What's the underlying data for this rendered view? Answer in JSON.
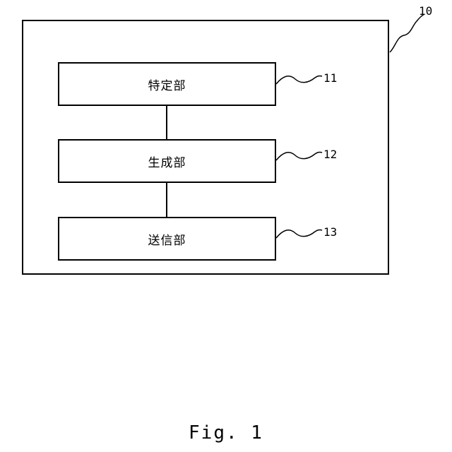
{
  "diagram": {
    "outer_ref": "10",
    "blocks": [
      {
        "label": "特定部",
        "ref": "11"
      },
      {
        "label": "生成部",
        "ref": "12"
      },
      {
        "label": "送信部",
        "ref": "13"
      }
    ]
  },
  "caption": "Fig. 1"
}
